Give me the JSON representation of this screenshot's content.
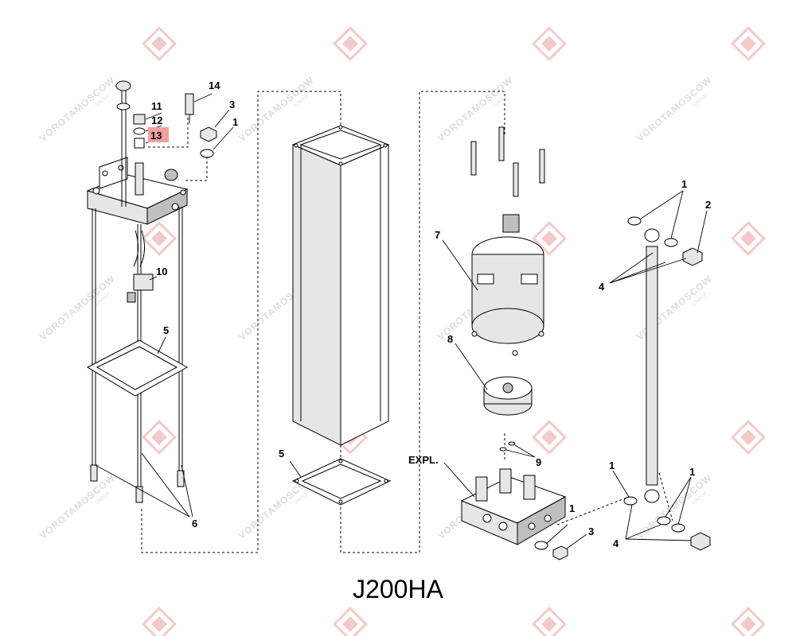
{
  "title": "J200HA",
  "watermark": {
    "brand": "VOROTAMOSCOW",
    "sub": "GROUP",
    "color": "#e07070"
  },
  "highlight_color": "#f4a0a0",
  "callouts": {
    "c1a": "1",
    "c1b": "1",
    "c1c": "1",
    "c1d": "1",
    "c1e": "1",
    "c2": "2",
    "c3a": "3",
    "c3b": "3",
    "c4a": "4",
    "c4b": "4",
    "c5a": "5",
    "c5b": "5",
    "c6": "6",
    "c7": "7",
    "c8": "8",
    "c9": "9",
    "c10": "10",
    "c11": "11",
    "c12": "12",
    "c13": "13",
    "c14": "14",
    "expl": "EXPL."
  }
}
